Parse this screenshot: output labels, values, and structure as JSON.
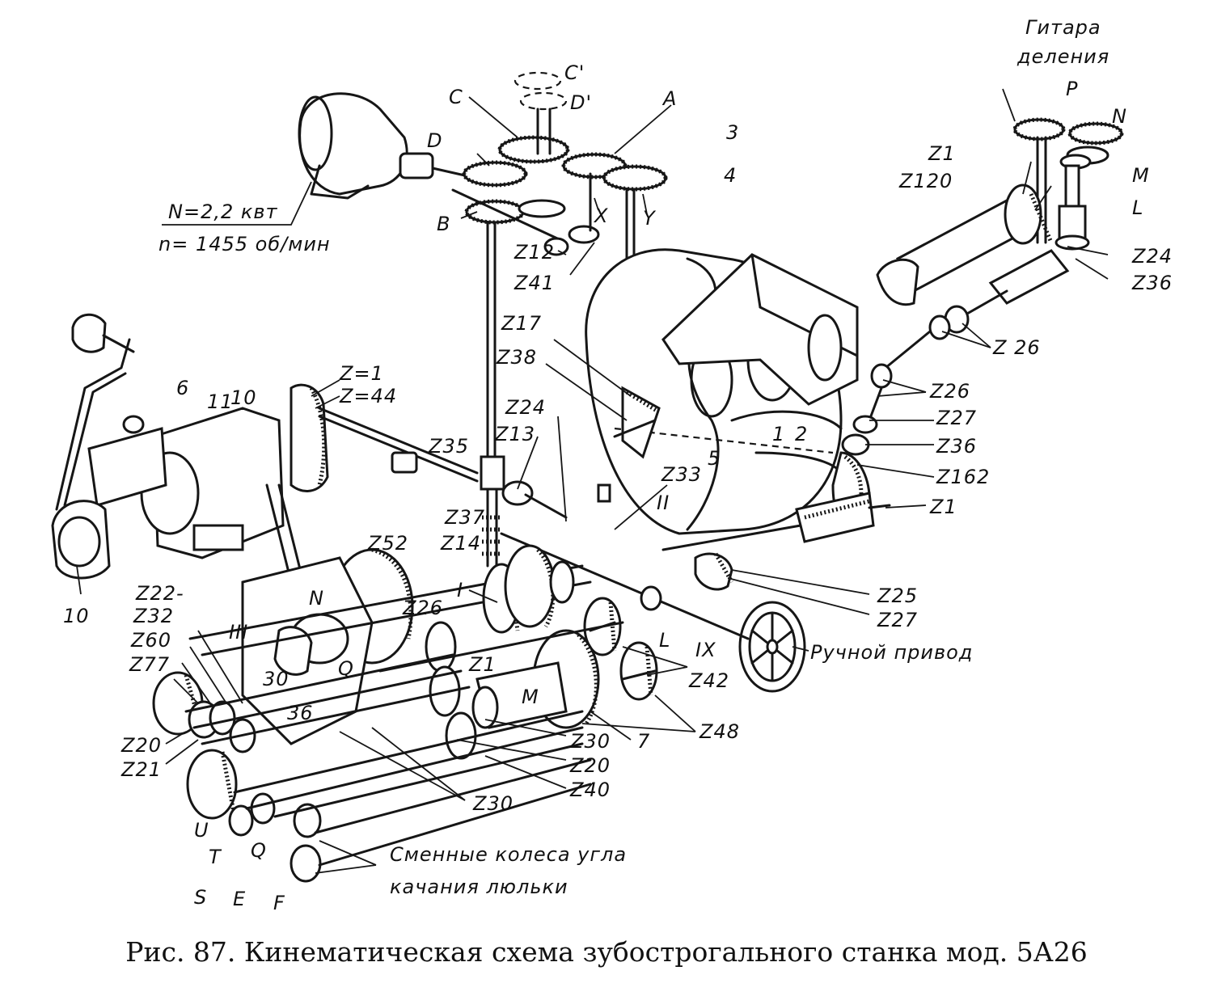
{
  "caption": "Рис. 87. Кинематическая схема зубострогального станка мод. 5А26",
  "motor": {
    "power": "N=2,2 квт",
    "speed": "n= 1455 об/мин"
  },
  "callouts": {
    "guitar_title_line1": "Гитара",
    "guitar_title_line2": "деления",
    "change_wheels_line1": "Сменные колеса угла",
    "change_wheels_line2": "качания люльки",
    "hand_drive": "Ручной привод"
  },
  "letters": {
    "C_prime": "C'",
    "D_prime": "D'",
    "C": "C",
    "D": "D",
    "A": "A",
    "B": "B",
    "X": "X",
    "Y": "Y",
    "P": "P",
    "N_top": "N",
    "M_top": "M",
    "L_top": "L",
    "N_left": "N",
    "Q_left": "Q",
    "M_mid": "M",
    "L_mid": "L",
    "U": "U",
    "T": "T",
    "S": "S",
    "E": "E",
    "F": "F"
  },
  "numbers": {
    "n3": "3",
    "n4": "4",
    "n6": "6",
    "n10_top": "10",
    "n11": "11",
    "n10_bottom": "10",
    "n1": "1",
    "n2": "2",
    "n5": "5",
    "n7": "7",
    "n30": "30",
    "n36": "36"
  },
  "roman": {
    "I": "I",
    "II": "II",
    "III": "III",
    "IX": "IX"
  },
  "gears": {
    "z1_top": "Z1",
    "z120": "Z120",
    "z24_right": "Z24",
    "z36_right_top": "Z36",
    "z26_a": "Z 26",
    "z26_b": "Z26",
    "z27_right": "Z27",
    "z36_right": "Z36",
    "z162": "Z162",
    "z1_right": "Z1",
    "z12": "Z12",
    "z41": "Z41",
    "z17": "Z17",
    "z38": "Z38",
    "z24_mid": "Z24",
    "z13": "Z13",
    "z35": "Z35",
    "z33": "Z33",
    "z_eq_1": "Z=1",
    "z_eq_44": "Z=44",
    "z37": "Z37",
    "z14": "Z14",
    "z52": "Z52",
    "z25": "Z25",
    "z27_bottom": "Z27",
    "z22": "Z22-",
    "z32": "Z32",
    "z60": "Z60",
    "z77": "Z77",
    "z26_mid": "Z26",
    "z21_mid": "Z1",
    "z42": "Z42",
    "z48": "Z48",
    "z30_a": "Z30",
    "z20_mid": "Z20",
    "z40": "Z40",
    "z30_b": "Z30",
    "z20_left": "Z20",
    "z21_left": "Z21"
  }
}
